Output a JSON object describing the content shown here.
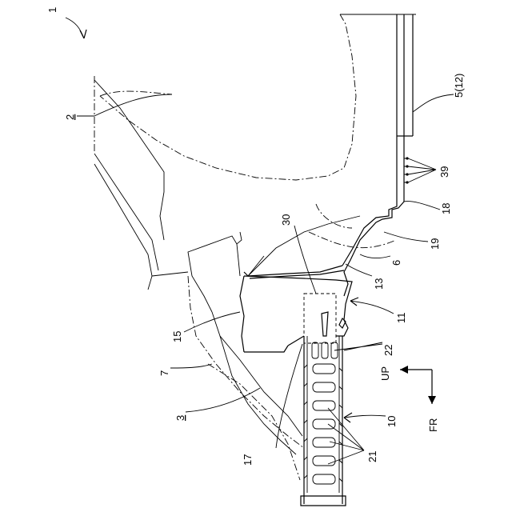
{
  "labels": {
    "l1": "1",
    "l2": "2",
    "l3": "3",
    "l5": "5(12)",
    "l6": "6",
    "l7": "7",
    "l10": "10",
    "l11": "11",
    "l13": "13",
    "l15": "15",
    "l17": "17",
    "l18": "18",
    "l19": "19",
    "l21": "21",
    "l22": "22",
    "l30": "30",
    "l39": "39",
    "up": "UP",
    "fr": "FR"
  }
}
